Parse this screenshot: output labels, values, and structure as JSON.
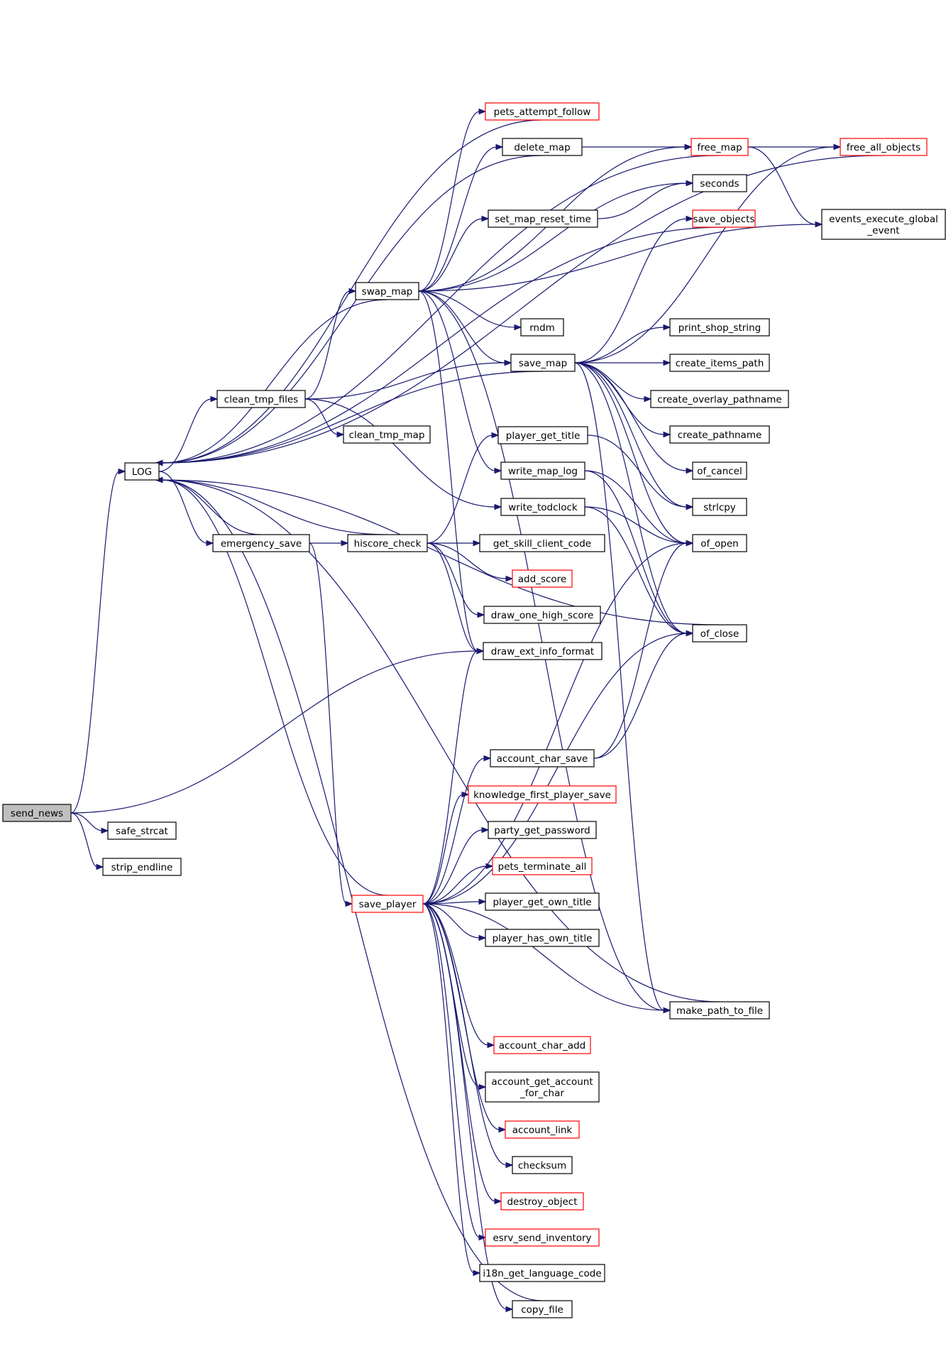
{
  "colors": {
    "edge": "#191970",
    "node_border": "#000000",
    "truncated_border": "#ff0000",
    "root_fill": "#bfbfbf",
    "node_fill": "#ffffff"
  },
  "nodes": [
    {
      "id": "send_news",
      "lines": [
        "send_news"
      ],
      "root": true
    },
    {
      "id": "LOG",
      "lines": [
        "LOG"
      ]
    },
    {
      "id": "safe_strcat",
      "lines": [
        "safe_strcat"
      ]
    },
    {
      "id": "strip_endline",
      "lines": [
        "strip_endline"
      ]
    },
    {
      "id": "clean_tmp_files",
      "lines": [
        "clean_tmp_files"
      ]
    },
    {
      "id": "emergency_save",
      "lines": [
        "emergency_save"
      ]
    },
    {
      "id": "swap_map",
      "lines": [
        "swap_map"
      ]
    },
    {
      "id": "clean_tmp_map",
      "lines": [
        "clean_tmp_map"
      ]
    },
    {
      "id": "hiscore_check",
      "lines": [
        "hiscore_check"
      ]
    },
    {
      "id": "save_player",
      "lines": [
        "save_player"
      ],
      "truncated": true
    },
    {
      "id": "pets_attempt_follow",
      "lines": [
        "pets_attempt_follow"
      ],
      "truncated": true
    },
    {
      "id": "delete_map",
      "lines": [
        "delete_map"
      ]
    },
    {
      "id": "set_map_reset_time",
      "lines": [
        "set_map_reset_time"
      ]
    },
    {
      "id": "rndm",
      "lines": [
        "rndm"
      ]
    },
    {
      "id": "save_map",
      "lines": [
        "save_map"
      ]
    },
    {
      "id": "player_get_title",
      "lines": [
        "player_get_title"
      ]
    },
    {
      "id": "write_map_log",
      "lines": [
        "write_map_log"
      ]
    },
    {
      "id": "write_todclock",
      "lines": [
        "write_todclock"
      ]
    },
    {
      "id": "get_skill_client_code",
      "lines": [
        "get_skill_client_code"
      ]
    },
    {
      "id": "add_score",
      "lines": [
        "add_score"
      ],
      "truncated": true
    },
    {
      "id": "draw_one_high_score",
      "lines": [
        "draw_one_high_score"
      ]
    },
    {
      "id": "draw_ext_info_format",
      "lines": [
        "draw_ext_info_format"
      ]
    },
    {
      "id": "account_char_save",
      "lines": [
        "account_char_save"
      ]
    },
    {
      "id": "knowledge_first_player_save",
      "lines": [
        "knowledge_first_player_save"
      ],
      "truncated": true
    },
    {
      "id": "party_get_password",
      "lines": [
        "party_get_password"
      ]
    },
    {
      "id": "pets_terminate_all",
      "lines": [
        "pets_terminate_all"
      ],
      "truncated": true
    },
    {
      "id": "player_get_own_title",
      "lines": [
        "player_get_own_title"
      ]
    },
    {
      "id": "player_has_own_title",
      "lines": [
        "player_has_own_title"
      ]
    },
    {
      "id": "account_char_add",
      "lines": [
        "account_char_add"
      ],
      "truncated": true
    },
    {
      "id": "account_get_account_for_char",
      "lines": [
        "account_get_account",
        "_for_char"
      ]
    },
    {
      "id": "account_link",
      "lines": [
        "account_link"
      ],
      "truncated": true
    },
    {
      "id": "checksum",
      "lines": [
        "checksum"
      ]
    },
    {
      "id": "destroy_object",
      "lines": [
        "destroy_object"
      ],
      "truncated": true
    },
    {
      "id": "esrv_send_inventory",
      "lines": [
        "esrv_send_inventory"
      ],
      "truncated": true
    },
    {
      "id": "i18n_get_language_code",
      "lines": [
        "i18n_get_language_code"
      ]
    },
    {
      "id": "copy_file",
      "lines": [
        "copy_file"
      ]
    },
    {
      "id": "free_map",
      "lines": [
        "free_map"
      ],
      "truncated": true
    },
    {
      "id": "seconds",
      "lines": [
        "seconds"
      ]
    },
    {
      "id": "save_objects",
      "lines": [
        "save_objects"
      ],
      "truncated": true
    },
    {
      "id": "print_shop_string",
      "lines": [
        "print_shop_string"
      ]
    },
    {
      "id": "create_items_path",
      "lines": [
        "create_items_path"
      ]
    },
    {
      "id": "create_overlay_pathname",
      "lines": [
        "create_overlay_pathname"
      ]
    },
    {
      "id": "create_pathname",
      "lines": [
        "create_pathname"
      ]
    },
    {
      "id": "of_cancel",
      "lines": [
        "of_cancel"
      ]
    },
    {
      "id": "strlcpy",
      "lines": [
        "strlcpy"
      ]
    },
    {
      "id": "of_open",
      "lines": [
        "of_open"
      ]
    },
    {
      "id": "of_close",
      "lines": [
        "of_close"
      ]
    },
    {
      "id": "make_path_to_file",
      "lines": [
        "make_path_to_file"
      ]
    },
    {
      "id": "free_all_objects",
      "lines": [
        "free_all_objects"
      ],
      "truncated": true
    },
    {
      "id": "events_execute_global_event",
      "lines": [
        "events_execute_global",
        "_event"
      ]
    }
  ],
  "edges": [
    [
      "send_news",
      "LOG"
    ],
    [
      "send_news",
      "safe_strcat"
    ],
    [
      "send_news",
      "strip_endline"
    ],
    [
      "send_news",
      "draw_ext_info_format"
    ],
    [
      "LOG",
      "clean_tmp_files"
    ],
    [
      "LOG",
      "emergency_save"
    ],
    [
      "clean_tmp_files",
      "swap_map"
    ],
    [
      "clean_tmp_files",
      "save_map"
    ],
    [
      "clean_tmp_files",
      "clean_tmp_map"
    ],
    [
      "clean_tmp_files",
      "write_todclock"
    ],
    [
      "emergency_save",
      "LOG"
    ],
    [
      "emergency_save",
      "hiscore_check"
    ],
    [
      "emergency_save",
      "save_player"
    ],
    [
      "swap_map",
      "LOG"
    ],
    [
      "swap_map",
      "pets_attempt_follow"
    ],
    [
      "swap_map",
      "delete_map"
    ],
    [
      "swap_map",
      "free_map"
    ],
    [
      "swap_map",
      "set_map_reset_time"
    ],
    [
      "swap_map",
      "seconds"
    ],
    [
      "swap_map",
      "events_execute_global_event"
    ],
    [
      "swap_map",
      "rndm"
    ],
    [
      "swap_map",
      "save_map"
    ],
    [
      "swap_map",
      "write_map_log"
    ],
    [
      "swap_map",
      "draw_ext_info_format"
    ],
    [
      "swap_map",
      "make_path_to_file"
    ],
    [
      "pets_attempt_follow",
      "LOG"
    ],
    [
      "delete_map",
      "LOG"
    ],
    [
      "delete_map",
      "free_map"
    ],
    [
      "set_map_reset_time",
      "seconds"
    ],
    [
      "free_map",
      "LOG"
    ],
    [
      "free_map",
      "free_all_objects"
    ],
    [
      "free_map",
      "events_execute_global_event"
    ],
    [
      "free_all_objects",
      "LOG"
    ],
    [
      "save_objects",
      "LOG"
    ],
    [
      "save_map",
      "LOG"
    ],
    [
      "save_map",
      "save_objects"
    ],
    [
      "save_map",
      "free_all_objects"
    ],
    [
      "save_map",
      "print_shop_string"
    ],
    [
      "save_map",
      "create_items_path"
    ],
    [
      "save_map",
      "create_overlay_pathname"
    ],
    [
      "save_map",
      "create_pathname"
    ],
    [
      "save_map",
      "of_cancel"
    ],
    [
      "save_map",
      "strlcpy"
    ],
    [
      "save_map",
      "of_open"
    ],
    [
      "save_map",
      "of_close"
    ],
    [
      "save_map",
      "make_path_to_file"
    ],
    [
      "player_get_title",
      "strlcpy"
    ],
    [
      "write_map_log",
      "of_open"
    ],
    [
      "write_map_log",
      "of_close"
    ],
    [
      "write_todclock",
      "of_open"
    ],
    [
      "write_todclock",
      "of_close"
    ],
    [
      "hiscore_check",
      "LOG"
    ],
    [
      "hiscore_check",
      "player_get_title"
    ],
    [
      "hiscore_check",
      "get_skill_client_code"
    ],
    [
      "hiscore_check",
      "add_score"
    ],
    [
      "hiscore_check",
      "draw_one_high_score"
    ],
    [
      "hiscore_check",
      "draw_ext_info_format"
    ],
    [
      "of_close",
      "LOG"
    ],
    [
      "save_player",
      "LOG"
    ],
    [
      "save_player",
      "draw_ext_info_format"
    ],
    [
      "save_player",
      "account_char_save"
    ],
    [
      "save_player",
      "knowledge_first_player_save"
    ],
    [
      "save_player",
      "party_get_password"
    ],
    [
      "save_player",
      "pets_terminate_all"
    ],
    [
      "save_player",
      "player_get_own_title"
    ],
    [
      "save_player",
      "player_has_own_title"
    ],
    [
      "save_player",
      "of_open"
    ],
    [
      "save_player",
      "of_close"
    ],
    [
      "save_player",
      "make_path_to_file"
    ],
    [
      "save_player",
      "account_char_add"
    ],
    [
      "save_player",
      "account_get_account_for_char"
    ],
    [
      "save_player",
      "account_link"
    ],
    [
      "save_player",
      "checksum"
    ],
    [
      "save_player",
      "destroy_object"
    ],
    [
      "save_player",
      "esrv_send_inventory"
    ],
    [
      "save_player",
      "i18n_get_language_code"
    ],
    [
      "save_player",
      "copy_file"
    ],
    [
      "account_char_save",
      "of_open"
    ],
    [
      "account_char_save",
      "of_close"
    ],
    [
      "copy_file",
      "LOG"
    ],
    [
      "make_path_to_file",
      "LOG"
    ]
  ]
}
